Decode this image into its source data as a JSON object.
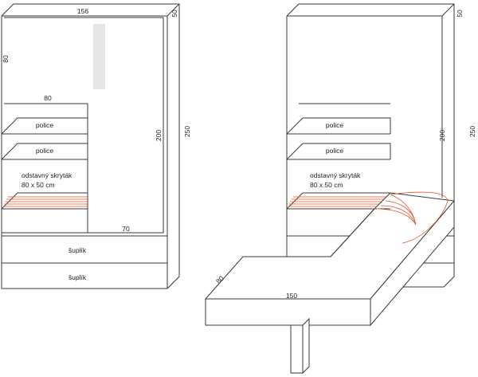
{
  "left_view": {
    "dims": {
      "width": "156",
      "depth": "50",
      "height": "250",
      "upper_height": "80",
      "desk_width": "80",
      "inner_height": "200",
      "base_width": "70"
    },
    "shelf_1": "police",
    "shelf_2": "police",
    "hidden_bed_title": "odstavný skryták",
    "hidden_bed_size": "80 x 50 cm",
    "drawer_1": "šuplík",
    "drawer_2": "šuplík"
  },
  "right_view": {
    "dims": {
      "depth": "50",
      "height": "250",
      "inner_height": "200",
      "table_depth": "80",
      "table_width": "150"
    },
    "shelf_1": "police",
    "shelf_2": "police",
    "hidden_bed_title": "odstavný skryták",
    "hidden_bed_size": "80 x 50 cm"
  },
  "colors": {
    "line": "#3a3a3a",
    "accent": "#e8502a",
    "panel": "#e6e6e6"
  }
}
